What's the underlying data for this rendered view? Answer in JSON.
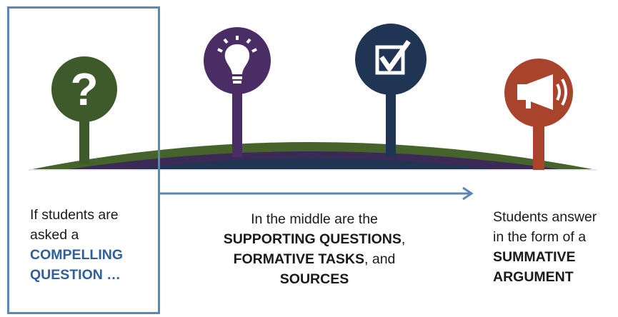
{
  "icons": [
    {
      "name": "question-mark-icon",
      "color": "#3e5a2a"
    },
    {
      "name": "lightbulb-icon",
      "color": "#4a2d64"
    },
    {
      "name": "checkbox-icon",
      "color": "#1f3553"
    },
    {
      "name": "megaphone-icon",
      "color": "#a8432c"
    }
  ],
  "colors": {
    "frame": "#5a86b8",
    "arrow": "#5a86b8",
    "hill_green": "#47632c",
    "hill_purple": "#3a2a55",
    "hill_navy": "#1f3553",
    "emphasis_blue": "#2f5f9c"
  },
  "question_glyph": "?",
  "captions": {
    "left": {
      "line1": "If students are",
      "line2": "asked a",
      "line3": "COMPELLING",
      "line4": "QUESTION …"
    },
    "middle": {
      "line1": "In the middle are the",
      "bold1": "SUPPORTING QUESTIONS",
      "line2_tail": ",",
      "bold2": "FORMATIVE TASKS",
      "line3_tail": ", and",
      "bold3": "SOURCES"
    },
    "right": {
      "line1": "Students answer",
      "line2": "in the form of a",
      "bold1": "SUMMATIVE",
      "bold2": "ARGUMENT"
    }
  }
}
